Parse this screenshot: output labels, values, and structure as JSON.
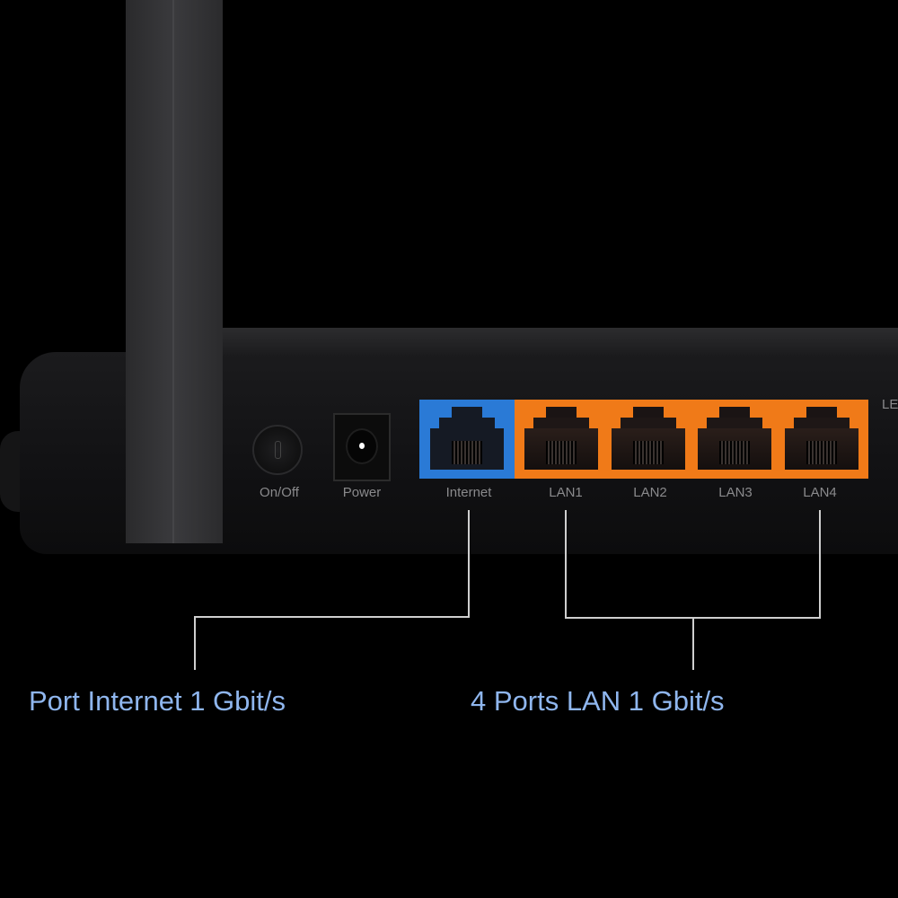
{
  "ports": {
    "on_off": "On/Off",
    "power": "Power",
    "internet": "Internet",
    "lan": [
      "LAN1",
      "LAN2",
      "LAN3",
      "LAN4"
    ],
    "edge_label": "LE"
  },
  "captions": {
    "internet": "Port Internet 1 Gbit/s",
    "lan": "4 Ports LAN 1 Gbit/s"
  },
  "colors": {
    "internet_port": "#2a7ad6",
    "lan_ports": "#f07a18",
    "caption": "#8fb6ee"
  }
}
